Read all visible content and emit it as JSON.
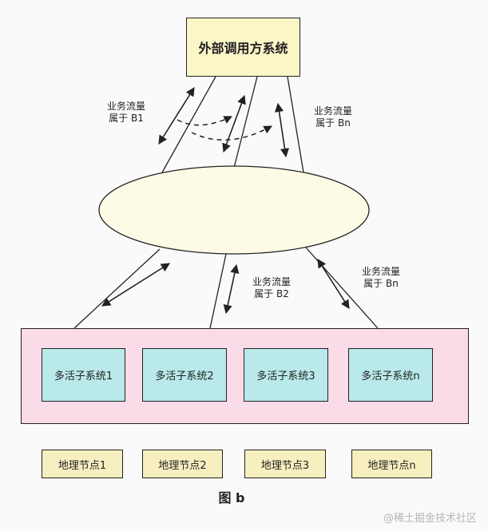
{
  "external_system": "外部调用方系统",
  "traffic_labels": {
    "top_left": [
      "业务流量",
      "属于 B1"
    ],
    "top_right": [
      "业务流量",
      "属于 Bn"
    ],
    "bottom_middle": [
      "业务流量",
      "属于 B2"
    ],
    "bottom_right": [
      "业务流量",
      "属于 Bn"
    ]
  },
  "subsystems": [
    "多活子系统1",
    "多活子系统2",
    "多活子系统3",
    "多活子系统n"
  ],
  "geo_nodes": [
    "地理节点1",
    "地理节点2",
    "地理节点3",
    "地理节点n"
  ],
  "caption": "图 b",
  "watermark": "@稀土掘金技术社区",
  "colors": {
    "external_fill": "#fbf6c8",
    "ellipse_fill": "#fdfbe6",
    "container_fill": "#fadbe8",
    "subsystem_fill": "#b9e9ea",
    "node_fill": "#f7efc0",
    "line": "#222222"
  }
}
